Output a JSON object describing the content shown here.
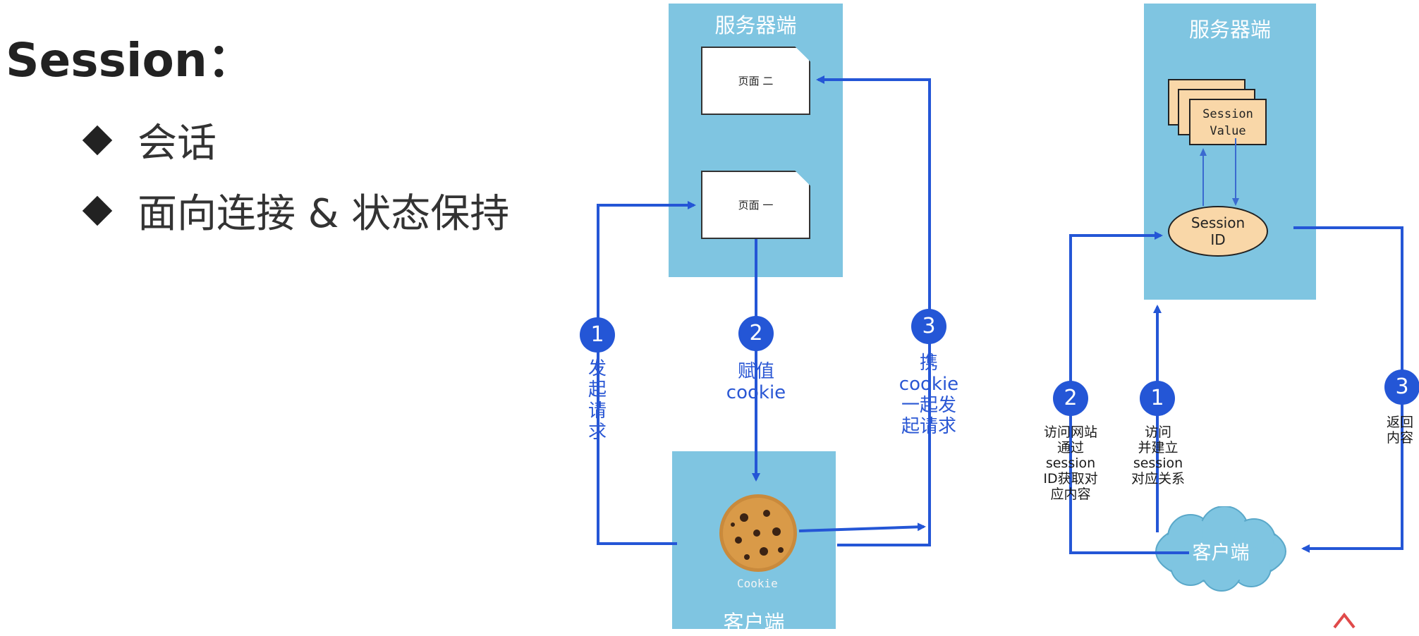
{
  "title": "Session：",
  "bullets": [
    "会话",
    "面向连接 & 状态保持"
  ],
  "left_diagram": {
    "server_label": "服务器端",
    "client_label": "客户端",
    "page_two": "页面 二",
    "page_one": "页面 一",
    "cookie_caption": "Cookie",
    "steps": [
      {
        "num": "1",
        "label_lines": [
          "发",
          "起",
          "请",
          "求"
        ]
      },
      {
        "num": "2",
        "label_lines": [
          "赋值",
          "cookie"
        ]
      },
      {
        "num": "3",
        "label_lines": [
          "携",
          "cookie",
          "一起发",
          "起请求"
        ]
      }
    ]
  },
  "right_diagram": {
    "server_label": "服务器端",
    "client_label": "客户端",
    "session_value": [
      "Session",
      "Value"
    ],
    "session_id": [
      "Session",
      "ID"
    ],
    "steps": [
      {
        "num": "2",
        "label_lines": [
          "访问网站",
          "通过",
          "session",
          "ID获取对",
          "应内容"
        ]
      },
      {
        "num": "1",
        "label_lines": [
          "访问",
          "并建立",
          "session",
          "对应关系"
        ]
      },
      {
        "num": "3",
        "label_lines": [
          "返回",
          "内容"
        ]
      }
    ]
  },
  "colors": {
    "panel": "#7fc5e1",
    "arrow": "#2456d6",
    "badge": "#2456d6",
    "note": "#f9d7a8"
  }
}
